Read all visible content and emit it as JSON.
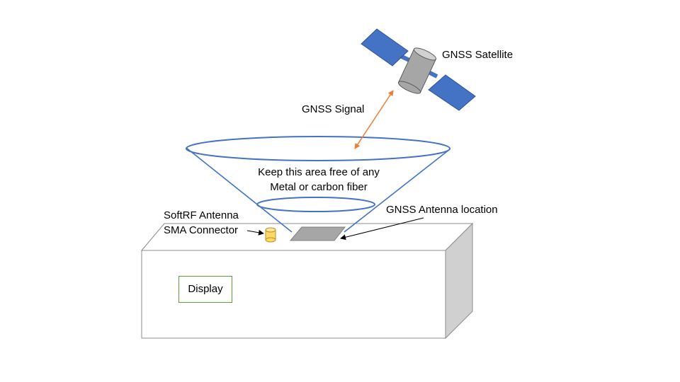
{
  "labels": {
    "satellite": "GNSS Satellite",
    "signal": "GNSS Signal",
    "keep_area_line1": "Keep this area free of any",
    "keep_area_line2": "Metal or carbon fiber",
    "antenna_location": "GNSS Antenna location",
    "softrf_line1": "SoftRF Antenna",
    "softrf_line2": "SMA Connector",
    "display": "Display"
  },
  "colors": {
    "cone": "#4472c4",
    "signal_arrow": "#ed7d31",
    "solar_panel": "#4472c4",
    "satellite_body": "#a6a6a6",
    "box_side": "#d0d0d0",
    "box_outline": "#8c8c8c",
    "connector": "#ffd966",
    "antenna_patch": "#a6a6a6",
    "display_border": "#5b9e3a"
  }
}
